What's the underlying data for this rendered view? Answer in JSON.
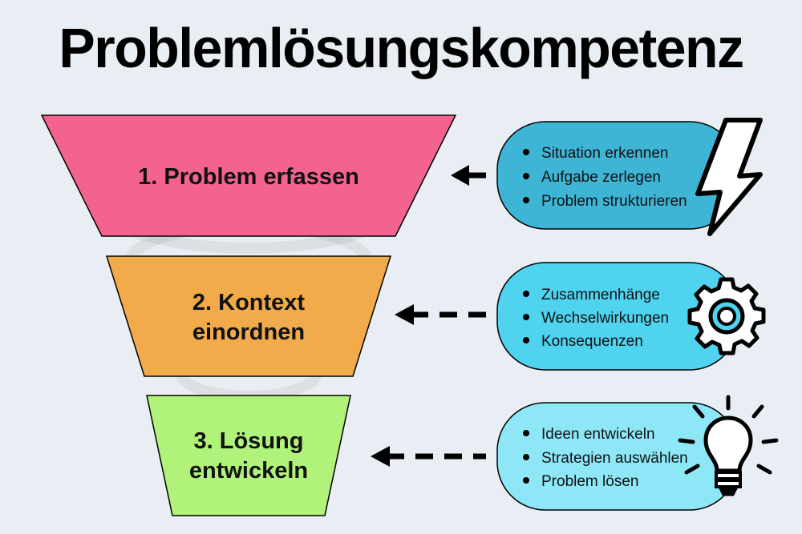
{
  "title": "Problemlösungskompetenz",
  "stages": [
    {
      "label_lines": [
        "1. Problem erfassen"
      ],
      "color": "#f4638f",
      "bubble_color": "#3fb5d6",
      "icon": "lightning-icon",
      "points": [
        "Situation erkennen",
        "Aufgabe zerlegen",
        "Problem strukturieren"
      ]
    },
    {
      "label_lines": [
        "2. Kontext",
        "einordnen"
      ],
      "color": "#f2ab4a",
      "bubble_color": "#4fd3ef",
      "icon": "gear-icon",
      "points": [
        "Zusammenhänge",
        "Wechselwirkungen",
        "Konsequenzen"
      ]
    },
    {
      "label_lines": [
        "3. Lösung",
        "entwickeln"
      ],
      "color": "#b0f27a",
      "bubble_color": "#8ee7f7",
      "icon": "lightbulb-icon",
      "points": [
        "Ideen entwickeln",
        "Strategien auswählen",
        "Problem lösen"
      ]
    }
  ]
}
